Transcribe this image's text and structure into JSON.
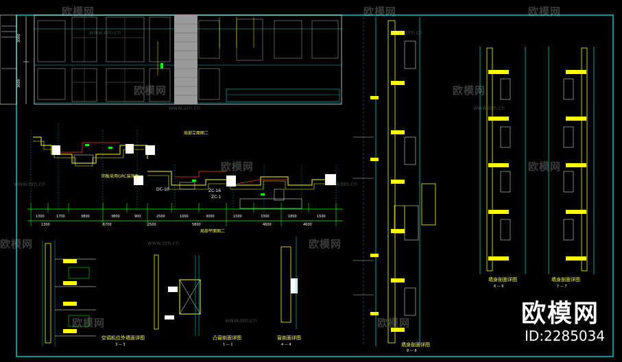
{
  "watermark": {
    "text": "欧模网",
    "url": "www.om.cn",
    "brand": "欧模网",
    "id": "ID:2285034"
  },
  "labels": {
    "elev_top": "局部立面图二",
    "plan_note": "阴板采用GRC装饰板",
    "plan_title": "局部平面图二",
    "sec_33": "空调机位外墙面详图",
    "sec_33_num": "3 — 3",
    "sec_11": "凸窗剖面详图",
    "sec_11_num": "1 — 1",
    "sec_44": "窗剖面详图",
    "sec_44_num": "4 — 4",
    "sec_88": "墙身剖面详图",
    "sec_88_num": "8 — 8",
    "sec_66": "墙身剖面详图",
    "sec_66_num": "6 — 6",
    "sec_77": "墙身剖面详图",
    "sec_77_num": "7 — 7",
    "dc10": "DC-10",
    "zc16": "ZC-16",
    "zc1": "ZC-1",
    "dim_3000a": "3000",
    "dim_3000b": "3000",
    "dims_top": [
      "1300",
      "1700",
      "3800",
      "3800",
      "900",
      "2500",
      "1000",
      "3000",
      "1500",
      "3300",
      "1800",
      "1500"
    ],
    "dims_bot": [
      "1300",
      "6700",
      "2500",
      "5800",
      "4600",
      "4600"
    ]
  },
  "colors": {
    "frame": "#00c8c8",
    "wall": "#ffff00",
    "grid": "#00ff00",
    "detail": "#ff3333",
    "text": "#ffff55",
    "white": "#ffffff"
  }
}
